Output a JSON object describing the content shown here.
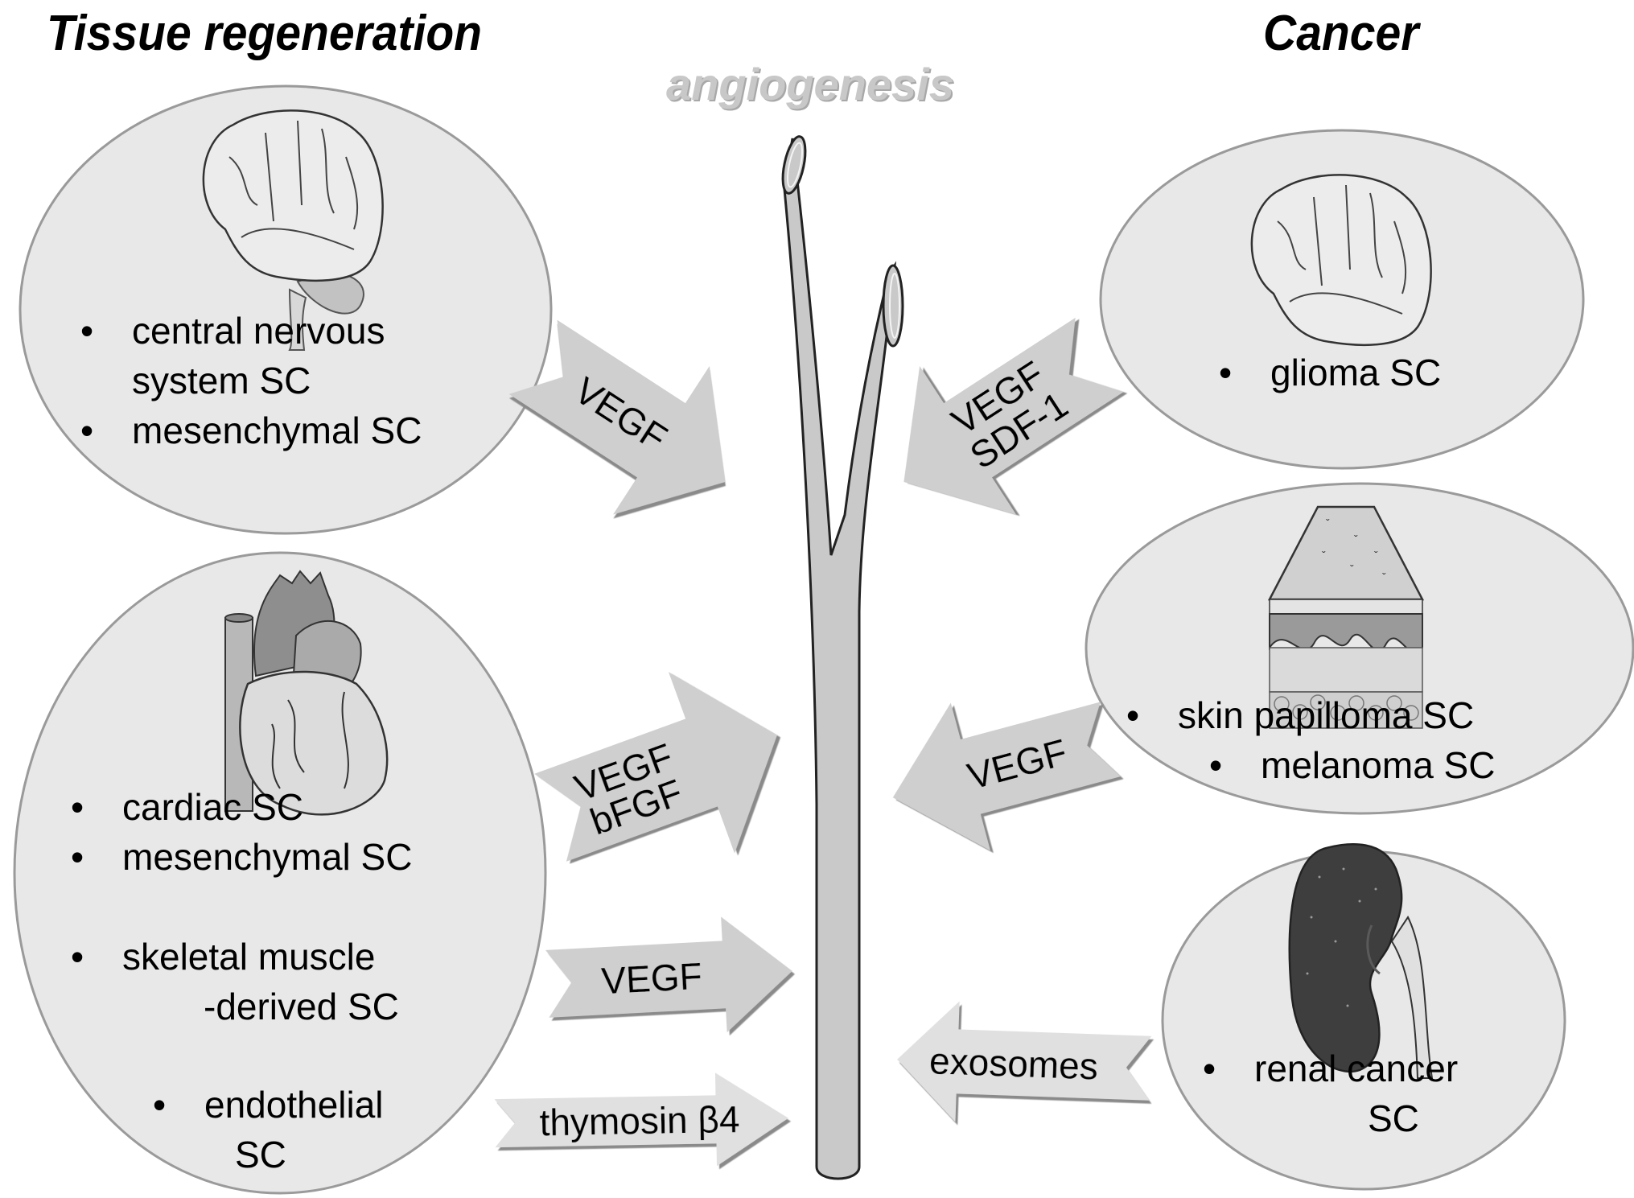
{
  "headings": {
    "left": "Tissue regeneration",
    "right": "Cancer",
    "center": "angiogenesis"
  },
  "colors": {
    "ellipse_fill": "#e8e8e8",
    "ellipse_edge": "#9a9a9a",
    "arrow_fill": "#cfcfcf",
    "arrow_shadow": "#8f8f8f",
    "vessel_fill": "#c9c9c9",
    "vessel_stroke": "#222222",
    "center_label": "#c8c8c8"
  },
  "left_groups": [
    {
      "organ": "brain",
      "bullets": [
        {
          "bullet": "•",
          "lines": [
            "central nervous",
            "system SC"
          ]
        },
        {
          "bullet": "•",
          "lines": [
            "mesenchymal SC"
          ]
        }
      ]
    },
    {
      "organ": "heart",
      "bullets": [
        {
          "bullet": "•",
          "lines": [
            "cardiac SC"
          ]
        },
        {
          "bullet": "•",
          "lines": [
            "mesenchymal SC"
          ]
        },
        {
          "bullet": "•",
          "lines": [
            "skeletal muscle",
            "-derived SC"
          ]
        },
        {
          "bullet": "•",
          "lines": [
            "endothelial",
            "SC"
          ]
        }
      ]
    }
  ],
  "right_groups": [
    {
      "organ": "brain",
      "bullets": [
        {
          "bullet": "•",
          "lines": [
            "glioma SC"
          ]
        }
      ]
    },
    {
      "organ": "skin",
      "bullets": [
        {
          "bullet": "•",
          "lines": [
            "skin papilloma SC"
          ]
        },
        {
          "bullet": "•",
          "lines": [
            "melanoma SC"
          ]
        }
      ]
    },
    {
      "organ": "kidney",
      "bullets": [
        {
          "bullet": "•",
          "lines": [
            "renal cancer",
            "SC"
          ]
        }
      ]
    }
  ],
  "arrows": [
    {
      "side": "left",
      "direction": "right",
      "lines": [
        "VEGF"
      ]
    },
    {
      "side": "left",
      "direction": "right",
      "lines": [
        "VEGF",
        "bFGF"
      ]
    },
    {
      "side": "left",
      "direction": "right",
      "lines": [
        "VEGF"
      ]
    },
    {
      "side": "left",
      "direction": "right",
      "lines": [
        "thymosin β4"
      ]
    },
    {
      "side": "right",
      "direction": "left",
      "lines": [
        "VEGF",
        "SDF-1"
      ]
    },
    {
      "side": "right",
      "direction": "left",
      "lines": [
        "VEGF"
      ]
    },
    {
      "side": "right",
      "direction": "left",
      "lines": [
        "exosomes"
      ]
    }
  ]
}
